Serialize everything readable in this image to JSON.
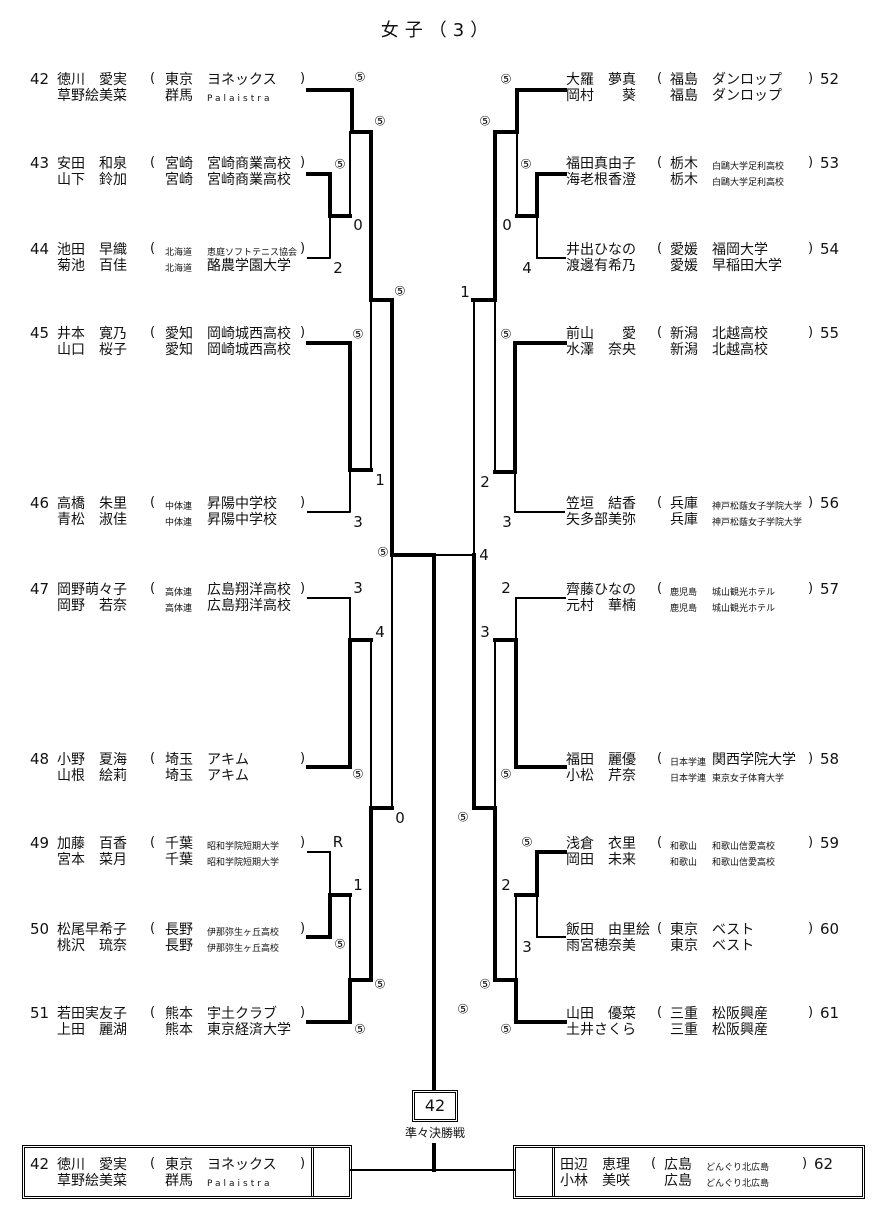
{
  "title": "女子（3）",
  "left_entries": [
    {
      "no": "42",
      "p1": "徳川　愛実",
      "p2": "草野絵美菜",
      "pref1": "東京",
      "pref2": "群馬",
      "club1": "ヨネックス",
      "club2": "Palaistra"
    },
    {
      "no": "43",
      "p1": "安田　和泉",
      "p2": "山下　鈴加",
      "pref1": "宮崎",
      "pref2": "宮崎",
      "club1": "宮崎商業高校",
      "club2": "宮崎商業高校"
    },
    {
      "no": "44",
      "p1": "池田　早織",
      "p2": "菊池　百佳",
      "pref1": "北海道",
      "pref2": "北海道",
      "club1": "恵庭ソフトテニス協会",
      "club2": "酪農学園大学"
    },
    {
      "no": "45",
      "p1": "井本　寛乃",
      "p2": "山口　桜子",
      "pref1": "愛知",
      "pref2": "愛知",
      "club1": "岡崎城西高校",
      "club2": "岡崎城西高校"
    },
    {
      "no": "46",
      "p1": "高橋　朱里",
      "p2": "青松　淑佳",
      "pref1": "中体連",
      "pref2": "中体連",
      "club1": "昇陽中学校",
      "club2": "昇陽中学校"
    },
    {
      "no": "47",
      "p1": "岡野萌々子",
      "p2": "岡野　若奈",
      "pref1": "高体連",
      "pref2": "高体連",
      "club1": "広島翔洋高校",
      "club2": "広島翔洋高校"
    },
    {
      "no": "48",
      "p1": "小野　夏海",
      "p2": "山根　絵莉",
      "pref1": "埼玉",
      "pref2": "埼玉",
      "club1": "アキム",
      "club2": "アキム"
    },
    {
      "no": "49",
      "p1": "加藤　百香",
      "p2": "宮本　菜月",
      "pref1": "千葉",
      "pref2": "千葉",
      "club1": "昭和学院短期大学",
      "club2": "昭和学院短期大学"
    },
    {
      "no": "50",
      "p1": "松尾早希子",
      "p2": "桃沢　琉奈",
      "pref1": "長野",
      "pref2": "長野",
      "club1": "伊那弥生ヶ丘高校",
      "club2": "伊那弥生ヶ丘高校"
    },
    {
      "no": "51",
      "p1": "若田実友子",
      "p2": "上田　麗湖",
      "pref1": "熊本",
      "pref2": "熊本",
      "club1": "宇土クラブ",
      "club2": "東京経済大学"
    }
  ],
  "right_entries": [
    {
      "no": "52",
      "p1": "大羅　夢真",
      "p2": "岡村　　葵",
      "pref1": "福島",
      "pref2": "福島",
      "club1": "ダンロップ",
      "club2": "ダンロップ"
    },
    {
      "no": "53",
      "p1": "福田真由子",
      "p2": "海老根香澄",
      "pref1": "栃木",
      "pref2": "栃木",
      "club1": "白鷗大学足利高校",
      "club2": "白鷗大学足利高校"
    },
    {
      "no": "54",
      "p1": "井出ひなの",
      "p2": "渡邊有希乃",
      "pref1": "愛媛",
      "pref2": "愛媛",
      "club1": "福岡大学",
      "club2": "早稲田大学"
    },
    {
      "no": "55",
      "p1": "前山　　愛",
      "p2": "水澤　奈央",
      "pref1": "新潟",
      "pref2": "新潟",
      "club1": "北越高校",
      "club2": "北越高校"
    },
    {
      "no": "56",
      "p1": "笠垣　結香",
      "p2": "矢多部美弥",
      "pref1": "兵庫",
      "pref2": "兵庫",
      "club1": "神戸松蔭女子学院大学",
      "club2": "神戸松蔭女子学院大学"
    },
    {
      "no": "57",
      "p1": "齊藤ひなの",
      "p2": "元村　華楠",
      "pref1": "鹿児島",
      "pref2": "鹿児島",
      "club1": "城山観光ホテル",
      "club2": "城山観光ホテル"
    },
    {
      "no": "58",
      "p1": "福田　麗優",
      "p2": "小松　芹奈",
      "pref1": "日本学連",
      "pref2": "日本学連",
      "club1": "関西学院大学",
      "club2": "東京女子体育大学"
    },
    {
      "no": "59",
      "p1": "浅倉　衣里",
      "p2": "岡田　未来",
      "pref1": "和歌山",
      "pref2": "和歌山",
      "club1": "和歌山信愛高校",
      "club2": "和歌山信愛高校"
    },
    {
      "no": "60",
      "p1": "飯田　由里絵",
      "p2": "雨宮穂奈美",
      "pref1": "東京",
      "pref2": "東京",
      "club1": "ベスト",
      "club2": "ベスト"
    },
    {
      "no": "61",
      "p1": "山田　優菜",
      "p2": "土井さくら",
      "pref1": "三重",
      "pref2": "三重",
      "club1": "松阪興産",
      "club2": "松阪興産"
    }
  ],
  "scores": [
    "⑤",
    "⑤",
    "⑤",
    "0",
    "2",
    "⑤",
    "⑤",
    "1",
    "3",
    "⑤",
    "3",
    "4",
    "⑤",
    "R",
    "1",
    "⑤",
    "⑤",
    "⑤",
    "0",
    "⑤",
    "⑤",
    "⑤",
    "0",
    "4",
    "1",
    "⑤",
    "2",
    "3",
    "4",
    "2",
    "3",
    "⑤",
    "⑤",
    "⑤",
    "⑤",
    "2",
    "3",
    "⑤",
    "⑤"
  ],
  "final": {
    "winner_no": "42",
    "round_label": "準々決勝戦",
    "left": {
      "no": "42",
      "p1": "徳川　愛実",
      "p2": "草野絵美菜",
      "pref1": "東京",
      "pref2": "群馬",
      "club1": "ヨネックス",
      "club2": "Palaistra"
    },
    "right": {
      "no": "62",
      "p1": "田辺　恵理",
      "p2": "小林　美咲",
      "pref1": "広島",
      "pref2": "広島",
      "club1": "どんぐり北広島",
      "club2": "どんぐり北広島"
    }
  },
  "paren_open": "(",
  "paren_close": ")"
}
